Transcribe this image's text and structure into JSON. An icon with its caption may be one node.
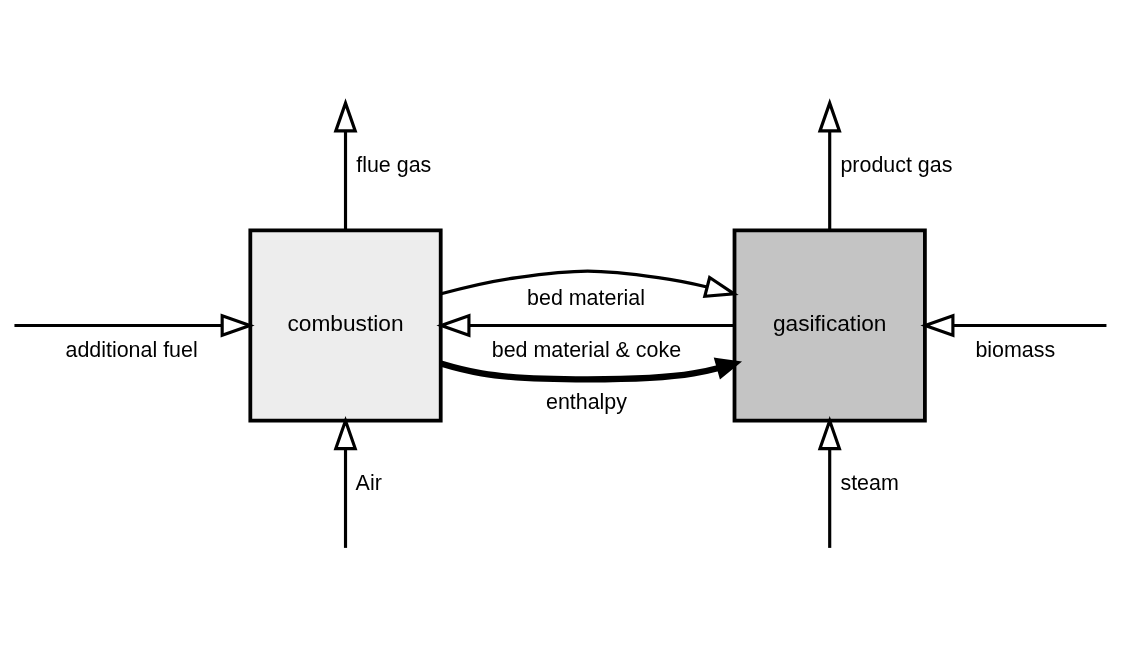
{
  "diagram": {
    "nodes": [
      {
        "text": [
          "combustion"
        ]
      },
      {
        "text": [
          "gasification"
        ]
      }
    ],
    "edges": [
      {
        "from": null,
        "to": 0,
        "arrow": "to",
        "label": "additional fuel"
      },
      {
        "from": null,
        "to": 1,
        "arrow": "to",
        "label": "biomass"
      },
      {
        "from": null,
        "to": 0,
        "arrow": "to",
        "label": "Air"
      },
      {
        "from": null,
        "to": 1,
        "arrow": "to",
        "label": "steam"
      },
      {
        "from": 0,
        "to": null,
        "arrow": "to",
        "label": "flue gas"
      },
      {
        "from": 0,
        "to": 1,
        "arrow": "to",
        "label": "bed material"
      },
      {
        "from": 0,
        "to": 1,
        "arrow": "to",
        "label": "enthalpy",
        "style": "thick"
      },
      {
        "from": 1,
        "to": null,
        "arrow": "to",
        "label": "product gas"
      },
      {
        "from": 1,
        "to": 0,
        "arrow": "to",
        "label": "bed material & coke"
      }
    ]
  }
}
